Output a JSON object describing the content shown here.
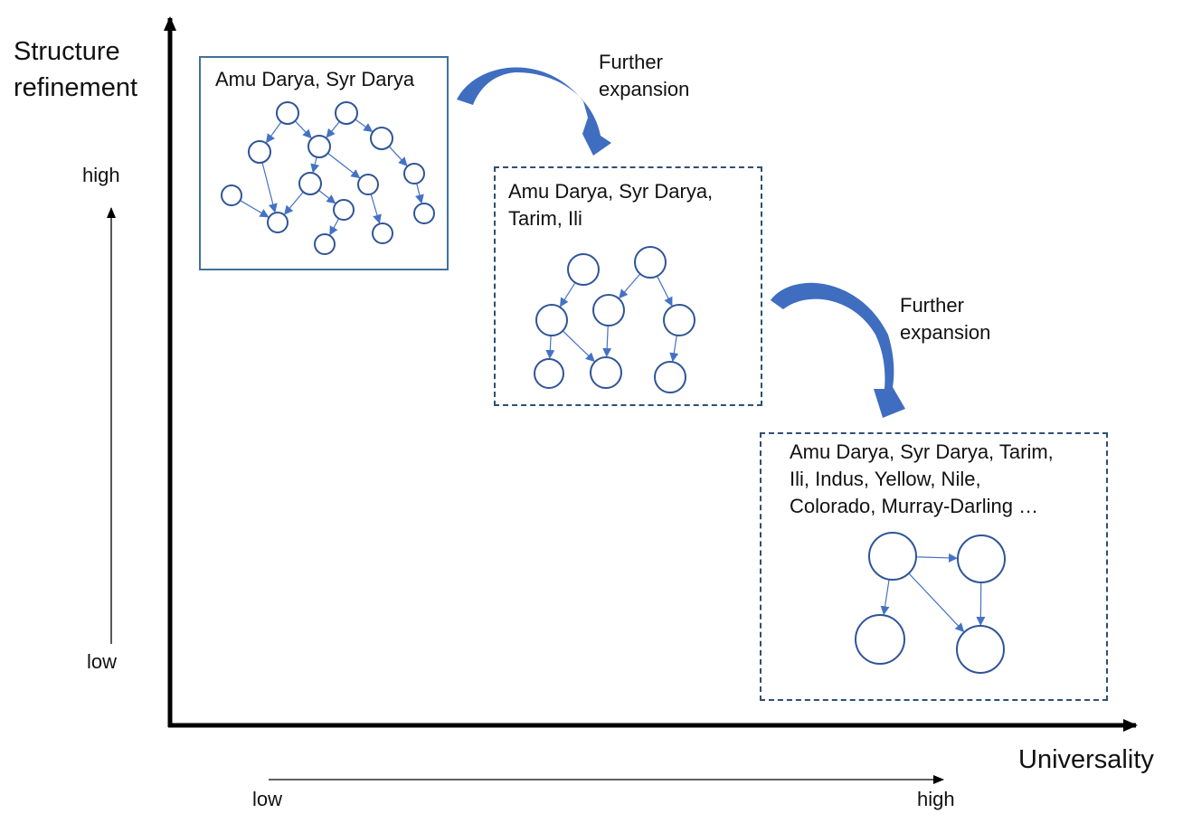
{
  "axes": {
    "y_title": "Structure\nrefinement",
    "x_title": "Universality",
    "y_high": "high",
    "y_low": "low",
    "x_low": "low",
    "x_high": "high"
  },
  "colors": {
    "node_stroke": "#2F5597",
    "edge": "#4472C4",
    "box1_border": "#41719C",
    "dashed_border": "#2F4F75",
    "curved_arrow": "#3F6DC0",
    "axis": "#000000"
  },
  "stages": [
    {
      "label": "Amu Darya, Syr Darya",
      "border": "solid",
      "graph": {
        "nodes": [
          {
            "id": "a1"
          },
          {
            "id": "a2"
          },
          {
            "id": "a3"
          },
          {
            "id": "a4"
          },
          {
            "id": "a5"
          },
          {
            "id": "a6"
          },
          {
            "id": "a7"
          },
          {
            "id": "a8"
          },
          {
            "id": "a9"
          },
          {
            "id": "a10"
          },
          {
            "id": "a11"
          },
          {
            "id": "a12"
          },
          {
            "id": "a13"
          },
          {
            "id": "a14"
          }
        ],
        "edges": [
          [
            "a1",
            "a3"
          ],
          [
            "a1",
            "a4"
          ],
          [
            "a2",
            "a4"
          ],
          [
            "a2",
            "a5"
          ],
          [
            "a5",
            "a6"
          ],
          [
            "a6",
            "a11"
          ],
          [
            "a4",
            "a7"
          ],
          [
            "a4",
            "a8"
          ],
          [
            "a8",
            "a13"
          ],
          [
            "a3",
            "a12"
          ],
          [
            "a9",
            "a12"
          ],
          [
            "a7",
            "a12"
          ],
          [
            "a7",
            "a10"
          ],
          [
            "a10",
            "a14"
          ]
        ]
      }
    },
    {
      "label": "Amu Darya, Syr Darya,\nTarim, Ili",
      "border": "dashed",
      "graph": {
        "nodes": [
          {
            "id": "b1"
          },
          {
            "id": "b2"
          },
          {
            "id": "b3"
          },
          {
            "id": "b4"
          },
          {
            "id": "b5"
          },
          {
            "id": "b6"
          },
          {
            "id": "b7"
          },
          {
            "id": "b8"
          }
        ],
        "edges": [
          [
            "b1",
            "b3"
          ],
          [
            "b2",
            "b4"
          ],
          [
            "b2",
            "b5"
          ],
          [
            "b3",
            "b6"
          ],
          [
            "b3",
            "b7"
          ],
          [
            "b4",
            "b7"
          ],
          [
            "b5",
            "b8"
          ]
        ]
      }
    },
    {
      "label": "Amu Darya, Syr Darya, Tarim,\nIli, Indus, Yellow, Nile,\nColorado, Murray-Darling …",
      "border": "dashed",
      "graph": {
        "nodes": [
          {
            "id": "c1"
          },
          {
            "id": "c2"
          },
          {
            "id": "c3"
          },
          {
            "id": "c4"
          }
        ],
        "edges": [
          [
            "c1",
            "c2"
          ],
          [
            "c1",
            "c3"
          ],
          [
            "c1",
            "c4"
          ],
          [
            "c2",
            "c4"
          ]
        ]
      }
    }
  ],
  "transitions": [
    {
      "label": "Further\nexpansion"
    },
    {
      "label": "Further\nexpansion"
    }
  ]
}
